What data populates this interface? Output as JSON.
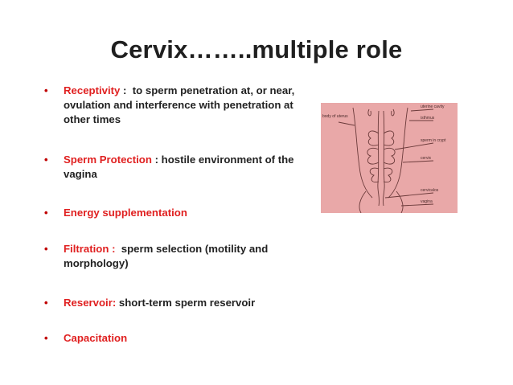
{
  "title": "Cervix……..multiple role",
  "bullets": [
    {
      "marker": "•",
      "key": "Receptivity",
      "sep": " :  ",
      "text": "to sperm penetration at, or near, ovulation and interference with penetration at other times"
    },
    {
      "marker": "•",
      "key": "Sperm Protection",
      "sep": " : ",
      "text": "hostile environment of the vagina"
    },
    {
      "marker": "•",
      "key": "Energy supplementation",
      "sep": "",
      "text": ""
    },
    {
      "marker": "•",
      "key": "Filtration :",
      "sep": "  ",
      "text": "sperm selection (motility and morphology)"
    },
    {
      "marker": "•",
      "key": "Reservoir:",
      "sep": " ",
      "text": "short-term sperm reservoir"
    },
    {
      "marker": "•",
      "key": "Capacitation",
      "sep": "",
      "text": ""
    }
  ],
  "figure": {
    "labels": {
      "body_of_uterus": "body of uterus",
      "uterine_cavity": "uterine cavity",
      "isthmus": "isthmus",
      "sperm_in_crypt": "sperm in crypt",
      "cervix": "cervix",
      "cervicalos": "cervicalos",
      "vagina": "vagina"
    }
  },
  "colors": {
    "accent": "#e02020",
    "bullet": "#c00000",
    "figure_bg": "#e9a8a8"
  }
}
